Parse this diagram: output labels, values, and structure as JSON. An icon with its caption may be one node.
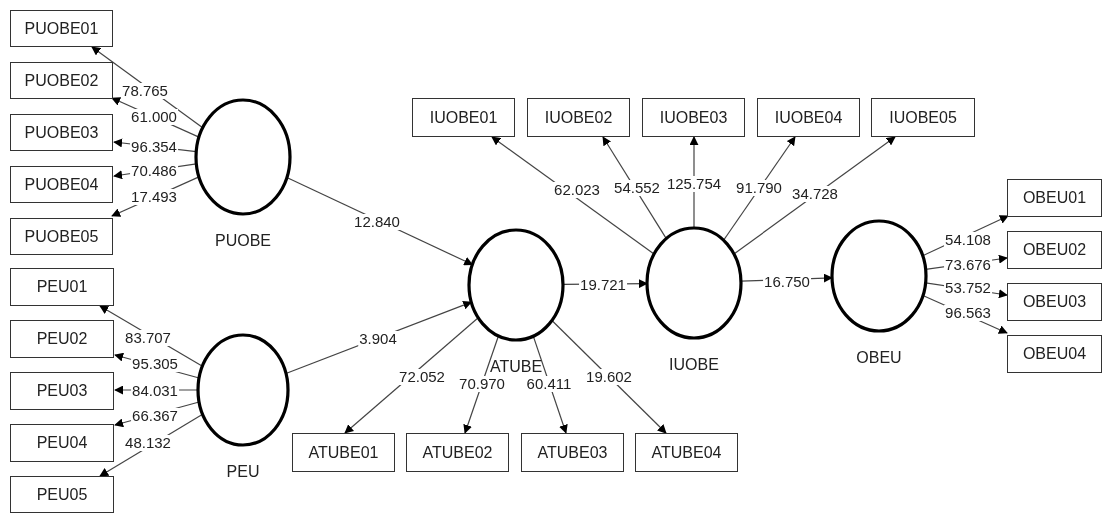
{
  "diagram": {
    "nodes": [
      {
        "text": [
          "PUOBE01"
        ]
      },
      {
        "text": [
          "PUOBE02"
        ]
      },
      {
        "text": [
          "PUOBE03"
        ]
      },
      {
        "text": [
          "PUOBE04"
        ]
      },
      {
        "text": [
          "PUOBE05"
        ]
      },
      {
        "text": [
          "PUOBE"
        ]
      },
      {
        "text": [
          "PEU01"
        ]
      },
      {
        "text": [
          "PEU02"
        ]
      },
      {
        "text": [
          "PEU03"
        ]
      },
      {
        "text": [
          "PEU04"
        ]
      },
      {
        "text": [
          "PEU05"
        ]
      },
      {
        "text": [
          "PEU"
        ]
      },
      {
        "text": [
          "ATUBE"
        ]
      },
      {
        "text": [
          "ATUBE01"
        ]
      },
      {
        "text": [
          "ATUBE02"
        ]
      },
      {
        "text": [
          "ATUBE03"
        ]
      },
      {
        "text": [
          "ATUBE04"
        ]
      },
      {
        "text": [
          "IUOBE01"
        ]
      },
      {
        "text": [
          "IUOBE02"
        ]
      },
      {
        "text": [
          "IUOBE03"
        ]
      },
      {
        "text": [
          "IUOBE04"
        ]
      },
      {
        "text": [
          "IUOBE05"
        ]
      },
      {
        "text": [
          "IUOBE"
        ]
      },
      {
        "text": [
          "OBEU"
        ]
      },
      {
        "text": [
          "OBEU01"
        ]
      },
      {
        "text": [
          "OBEU02"
        ]
      },
      {
        "text": [
          "OBEU03"
        ]
      },
      {
        "text": [
          "OBEU04"
        ]
      }
    ],
    "edges": [
      {
        "from": 5,
        "to": 0,
        "arrow": "to",
        "label": "78.765"
      },
      {
        "from": 5,
        "to": 1,
        "arrow": "to",
        "label": "61.000"
      },
      {
        "from": 5,
        "to": 2,
        "arrow": "to",
        "label": "96.354"
      },
      {
        "from": 5,
        "to": 3,
        "arrow": "to",
        "label": "70.486"
      },
      {
        "from": 5,
        "to": 4,
        "arrow": "to",
        "label": "17.493"
      },
      {
        "from": 11,
        "to": 6,
        "arrow": "to",
        "label": "83.707"
      },
      {
        "from": 11,
        "to": 7,
        "arrow": "to",
        "label": "95.305"
      },
      {
        "from": 11,
        "to": 8,
        "arrow": "to",
        "label": "84.031"
      },
      {
        "from": 11,
        "to": 9,
        "arrow": "to",
        "label": "66.367"
      },
      {
        "from": 11,
        "to": 10,
        "arrow": "to",
        "label": "48.132"
      },
      {
        "from": 5,
        "to": 12,
        "arrow": "to",
        "label": "12.840"
      },
      {
        "from": 11,
        "to": 12,
        "arrow": "to",
        "label": "3.904"
      },
      {
        "from": 12,
        "to": 13,
        "arrow": "to",
        "label": "72.052"
      },
      {
        "from": 12,
        "to": 14,
        "arrow": "to",
        "label": "70.970"
      },
      {
        "from": 12,
        "to": 15,
        "arrow": "to",
        "label": "60.411"
      },
      {
        "from": 12,
        "to": 16,
        "arrow": "to",
        "label": "19.602"
      },
      {
        "from": 12,
        "to": 22,
        "arrow": "to",
        "label": "19.721"
      },
      {
        "from": 22,
        "to": 17,
        "arrow": "to",
        "label": "62.023"
      },
      {
        "from": 22,
        "to": 18,
        "arrow": "to",
        "label": "54.552"
      },
      {
        "from": 22,
        "to": 19,
        "arrow": "to",
        "label": "125.754"
      },
      {
        "from": 22,
        "to": 20,
        "arrow": "to",
        "label": "91.790"
      },
      {
        "from": 22,
        "to": 21,
        "arrow": "to",
        "label": "34.728"
      },
      {
        "from": 22,
        "to": 23,
        "arrow": "to",
        "label": "16.750"
      },
      {
        "from": 23,
        "to": 24,
        "arrow": "to",
        "label": "54.108"
      },
      {
        "from": 23,
        "to": 25,
        "arrow": "to",
        "label": "73.676"
      },
      {
        "from": 23,
        "to": 26,
        "arrow": "to",
        "label": "53.752"
      },
      {
        "from": 23,
        "to": 27,
        "arrow": "to",
        "label": "96.563"
      }
    ]
  }
}
